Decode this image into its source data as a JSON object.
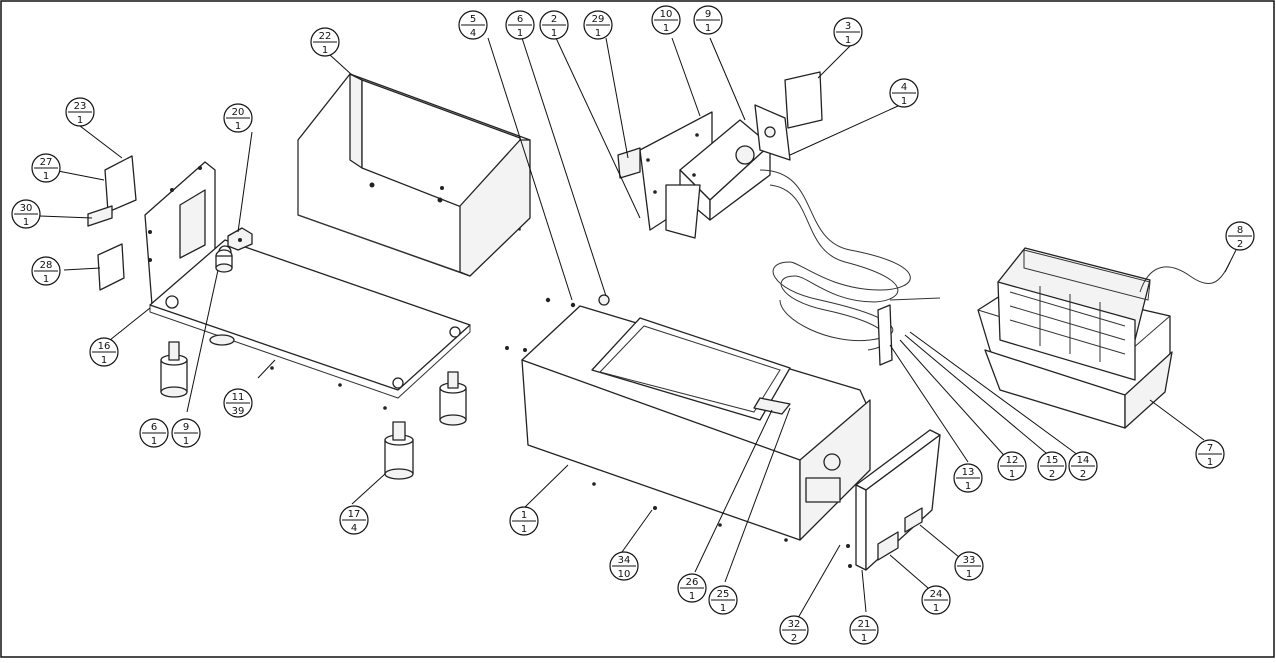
{
  "diagram": {
    "type": "exploded-parts-view",
    "callouts": [
      {
        "id": "c1",
        "item": "1",
        "qty": "1"
      },
      {
        "id": "c2",
        "item": "2",
        "qty": "1"
      },
      {
        "id": "c3",
        "item": "3",
        "qty": "1"
      },
      {
        "id": "c4",
        "item": "4",
        "qty": "1"
      },
      {
        "id": "c5",
        "item": "5",
        "qty": "4"
      },
      {
        "id": "c6a",
        "item": "6",
        "qty": "1"
      },
      {
        "id": "c6b",
        "item": "6",
        "qty": "1"
      },
      {
        "id": "c7",
        "item": "7",
        "qty": "1"
      },
      {
        "id": "c8",
        "item": "8",
        "qty": "2"
      },
      {
        "id": "c9a",
        "item": "9",
        "qty": "1"
      },
      {
        "id": "c9b",
        "item": "9",
        "qty": "1"
      },
      {
        "id": "c10",
        "item": "10",
        "qty": "1"
      },
      {
        "id": "c11",
        "item": "11",
        "qty": "39"
      },
      {
        "id": "c12",
        "item": "12",
        "qty": "1"
      },
      {
        "id": "c13",
        "item": "13",
        "qty": "1"
      },
      {
        "id": "c14",
        "item": "14",
        "qty": "2"
      },
      {
        "id": "c15",
        "item": "15",
        "qty": "2"
      },
      {
        "id": "c16",
        "item": "16",
        "qty": "1"
      },
      {
        "id": "c17",
        "item": "17",
        "qty": "4"
      },
      {
        "id": "c20",
        "item": "20",
        "qty": "1"
      },
      {
        "id": "c21",
        "item": "21",
        "qty": "1"
      },
      {
        "id": "c22",
        "item": "22",
        "qty": "1"
      },
      {
        "id": "c23",
        "item": "23",
        "qty": "1"
      },
      {
        "id": "c24",
        "item": "24",
        "qty": "1"
      },
      {
        "id": "c25",
        "item": "25",
        "qty": "1"
      },
      {
        "id": "c26",
        "item": "26",
        "qty": "1"
      },
      {
        "id": "c27",
        "item": "27",
        "qty": "1"
      },
      {
        "id": "c28",
        "item": "28",
        "qty": "1"
      },
      {
        "id": "c29",
        "item": "29",
        "qty": "1"
      },
      {
        "id": "c30",
        "item": "30",
        "qty": "1"
      },
      {
        "id": "c32",
        "item": "32",
        "qty": "2"
      },
      {
        "id": "c33",
        "item": "33",
        "qty": "1"
      },
      {
        "id": "c34",
        "item": "34",
        "qty": "10"
      }
    ]
  }
}
